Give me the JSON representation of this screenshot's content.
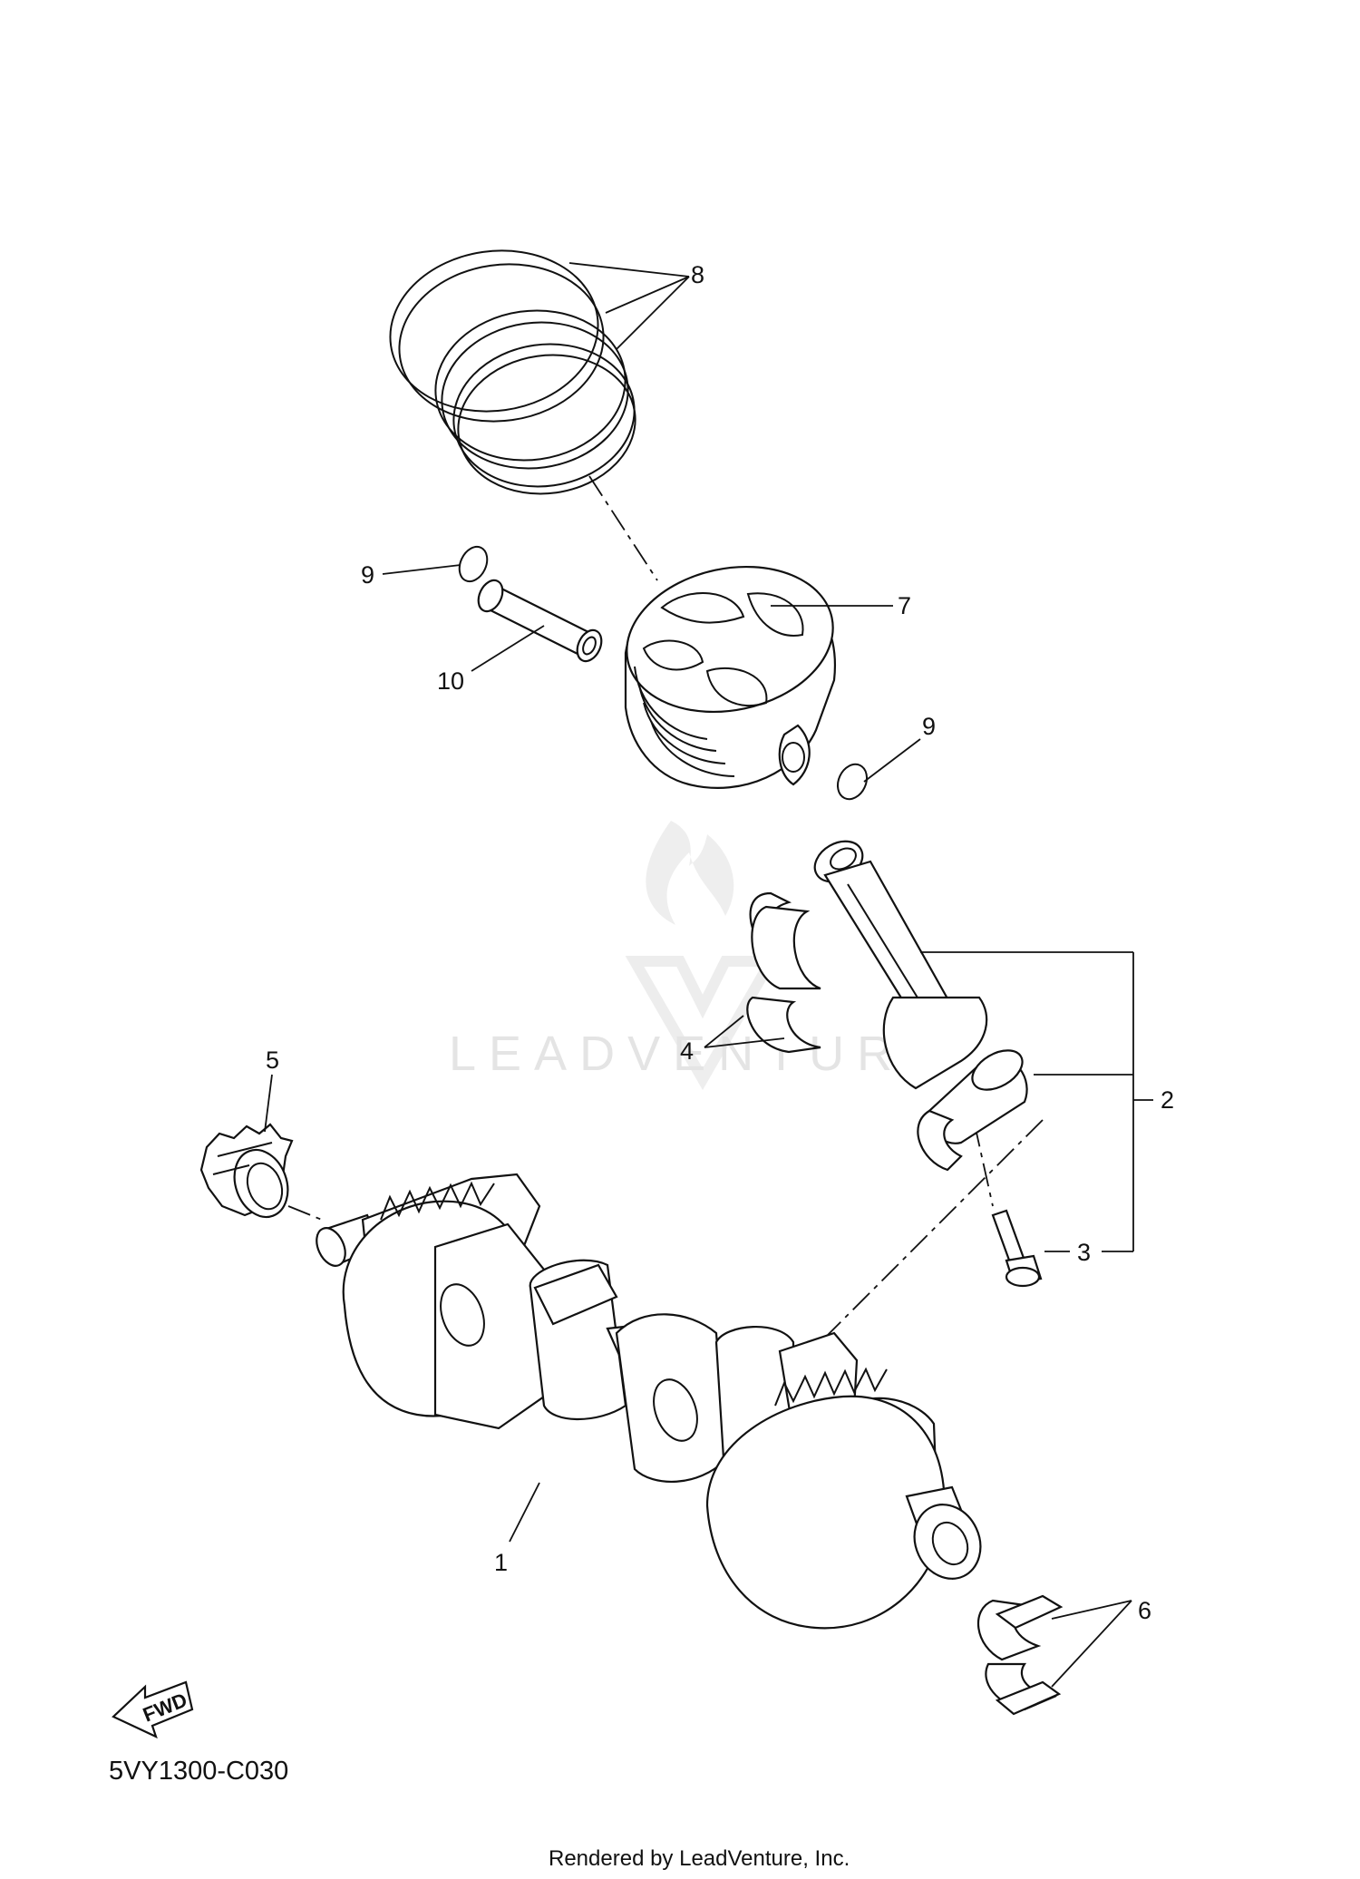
{
  "diagram": {
    "callouts": [
      {
        "id": "1",
        "label": "1"
      },
      {
        "id": "2",
        "label": "2"
      },
      {
        "id": "3",
        "label": "3"
      },
      {
        "id": "4",
        "label": "4"
      },
      {
        "id": "5",
        "label": "5"
      },
      {
        "id": "6",
        "label": "6"
      },
      {
        "id": "7",
        "label": "7"
      },
      {
        "id": "8",
        "label": "8"
      },
      {
        "id": "9a",
        "label": "9"
      },
      {
        "id": "9b",
        "label": "9"
      },
      {
        "id": "10",
        "label": "10"
      }
    ],
    "diagram_code": "5VY1300-C030",
    "fwd_label": "FWD",
    "credit": "Rendered by LeadVenture, Inc.",
    "watermark": "LEADVENTURE"
  },
  "colors": {
    "line": "#111111",
    "background": "#ffffff",
    "watermark": "#e4e4e4"
  }
}
